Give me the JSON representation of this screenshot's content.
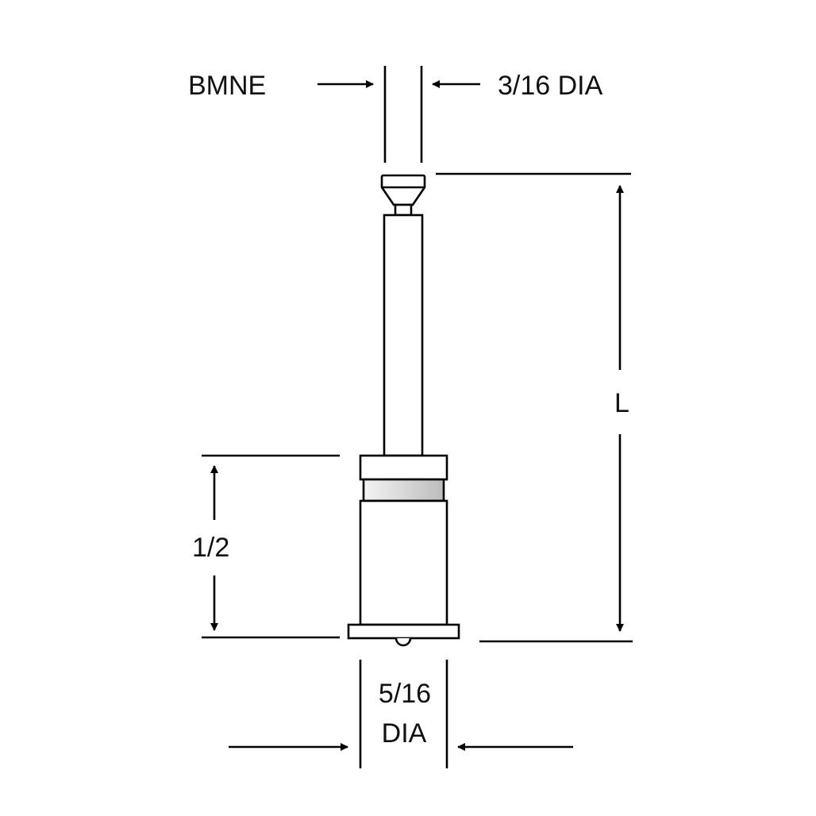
{
  "labels": {
    "model": "BMNE",
    "shank_dia": "3/16 DIA",
    "length": "L",
    "base_height": "1/2",
    "body_dia_top": "5/16",
    "body_dia_bottom": "DIA"
  },
  "colors": {
    "line": "#000000",
    "band_light": "#f2f2f2",
    "band_dark": "#bdbdbd"
  }
}
